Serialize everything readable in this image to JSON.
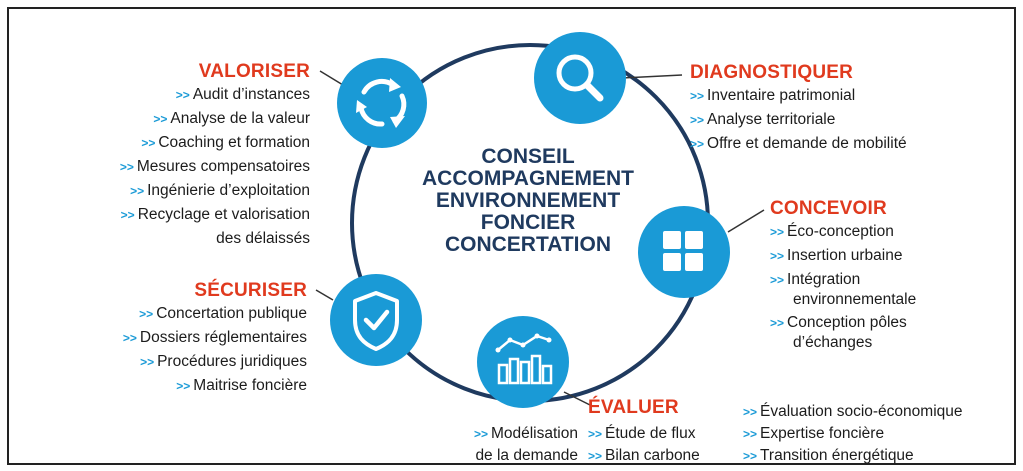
{
  "center": {
    "lines": [
      "CONSEIL",
      "ACCOMPAGNEMENT",
      "ENVIRONNEMENT",
      "FONCIER",
      "CONCERTATION"
    ]
  },
  "marker": ">>",
  "valoriser": {
    "title": "VALORISER",
    "items": [
      "Audit d’instances",
      "Analyse de la valeur",
      "Coaching et formation",
      "Mesures compensatoires",
      "Ingénierie d’exploitation"
    ],
    "item_multi": {
      "line1": "Recyclage et valorisation",
      "line2": "des délaissés"
    }
  },
  "diagnostiquer": {
    "title": "DIAGNOSTIQUER",
    "items": [
      "Inventaire patrimonial",
      "Analyse territoriale",
      "Offre et demande de mobilité"
    ]
  },
  "concevoir": {
    "title": "CONCEVOIR",
    "items": [
      "Éco-conception",
      "Insertion urbaine"
    ],
    "item3": {
      "line1": "Intégration",
      "line2": "environnementale"
    },
    "item4": {
      "line1": "Conception pôles",
      "line2": "d’échanges"
    }
  },
  "securiser": {
    "title": "SÉCURISER",
    "items": [
      "Concertation publique",
      "Dossiers réglementaires",
      "Procédures juridiques",
      "Maitrise foncière"
    ]
  },
  "evaluer": {
    "title": "ÉVALUER",
    "col1": {
      "line1": "Modélisation",
      "line2": "de la demande"
    },
    "col2": [
      "Étude de flux",
      "Bilan carbone"
    ],
    "col3": [
      "Évaluation socio-économique",
      "Expertise foncière",
      "Transition énergétique"
    ]
  },
  "colors": {
    "accent": "#1a9ad6",
    "title": "#e03a1e",
    "center": "#1f3a5f"
  },
  "icons": [
    "cycle-arrows-icon",
    "magnifier-icon",
    "puzzle-icon",
    "shield-check-icon",
    "bar-chart-icon"
  ]
}
